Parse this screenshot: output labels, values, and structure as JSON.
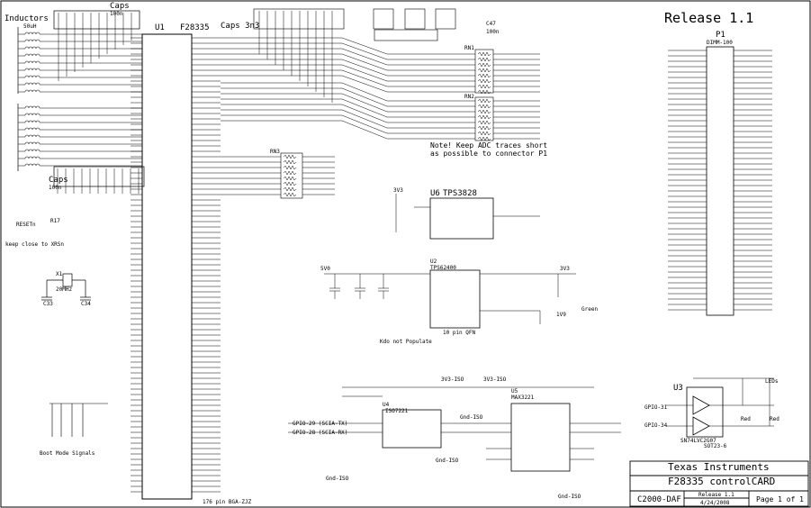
{
  "release_title": "Release 1.1",
  "title_block": {
    "company": "Texas Instruments",
    "title": "F28335 controlCARD",
    "doc_number": "C2000-DAF",
    "release": "Release 1.1",
    "date": "4/24/2008",
    "page": "Page 1 of 1"
  },
  "labels": {
    "inductors": "Inductors",
    "inductor_value": "50uH",
    "caps_top": "Caps",
    "caps_top_value": "100n",
    "caps_3n3": "Caps 3n3",
    "caps_bottom": "Caps",
    "caps_bottom_value": "100n",
    "u1_ref": "U1",
    "u1_part": "F28335",
    "u1_package": "176 pin BGA-ZJZ",
    "keep_close": "keep close to XRSn",
    "boot_mode": "Boot Mode Signals",
    "adc_note_1": "Note! Keep ADC traces short",
    "adc_note_2": "as possible to connector P1",
    "u6_ref": "U6",
    "u6_part": "TPS3828",
    "u2_ref": "U2",
    "u2_part": "TPS62400",
    "u2_package": "10 pin QFN",
    "do_not_populate": "Kdo not Populate",
    "green": "Green",
    "u4_ref": "U4",
    "u4_part": "ISO7221",
    "u5_ref": "U5",
    "u5_part": "MAX3221",
    "u3_ref": "U3",
    "u3_part": "SN74LVC2G07",
    "u3_package": "SOT23-6",
    "leds": "LEDs",
    "red1": "Red",
    "red2": "Red",
    "p1_ref": "P1",
    "p1_part": "DIMM-100",
    "rn1": "RN1",
    "rn2": "RN2",
    "rn3": "RN3",
    "gpio_31": "GPIO-31",
    "gpio_34": "GPIO-34",
    "resetn": "RESETn",
    "x1": "X1",
    "x1_value": "20MHz",
    "c33": "C33",
    "c34": "C34",
    "r17": "R17",
    "c47": "C47",
    "c47_value": "100n",
    "v3v3": "3V3",
    "v5v0": "5V0",
    "v1v9": "1V9",
    "v3v3_iso": "3V3-ISO",
    "gnd_iso": "Gnd-ISO",
    "sci_tx": "GPIO-29 (SCIA-TX)",
    "sci_rx": "GPIO-28 (SCIA-RX)",
    "pwr_5v0": "5V0"
  }
}
